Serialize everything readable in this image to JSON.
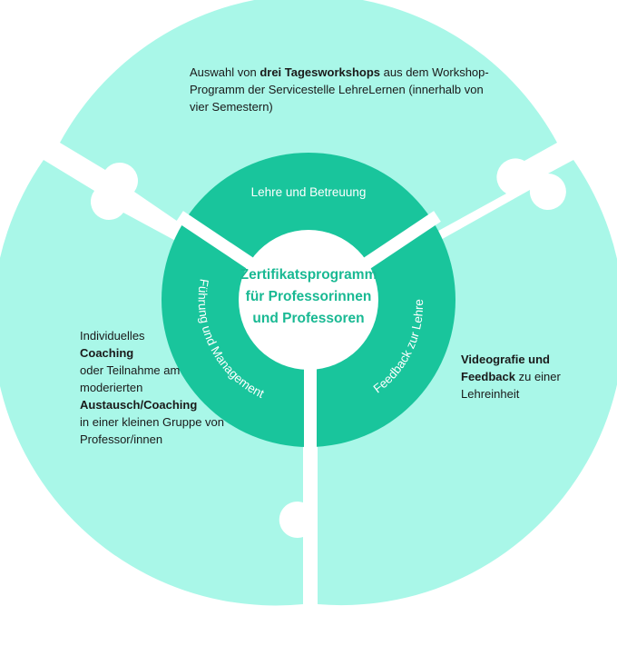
{
  "colors": {
    "outer_fill": "#a9f7e8",
    "ring_fill": "#19c59c",
    "center_fill": "#ffffff",
    "center_text": "#19b993",
    "text": "#1a1a1a"
  },
  "center": {
    "line1": "Zertifikatsprogramm",
    "line2": "für Professorinnen",
    "line3": "und Professoren"
  },
  "ring_labels": {
    "top": "Lehre und Betreuung",
    "left": "Führung und Management",
    "right": "Feedback zur Lehre"
  },
  "outer": {
    "top": {
      "p1": "Auswahl von ",
      "b1": "drei Tagesworkshops",
      "p2": " aus dem Workshop-Programm der Servicestelle LehreLernen (innerhalb von vier Semestern)"
    },
    "left": {
      "p1": "Individuelles",
      "b1": "Coaching",
      "p2": "oder Teilnahme am moderierten",
      "b2": "Austausch/Coaching",
      "p3": "in einer kleinen Gruppe von Professor/innen"
    },
    "right": {
      "b1": "Videografie und Feedback",
      "p1": " zu einer Lehreinheit"
    }
  }
}
